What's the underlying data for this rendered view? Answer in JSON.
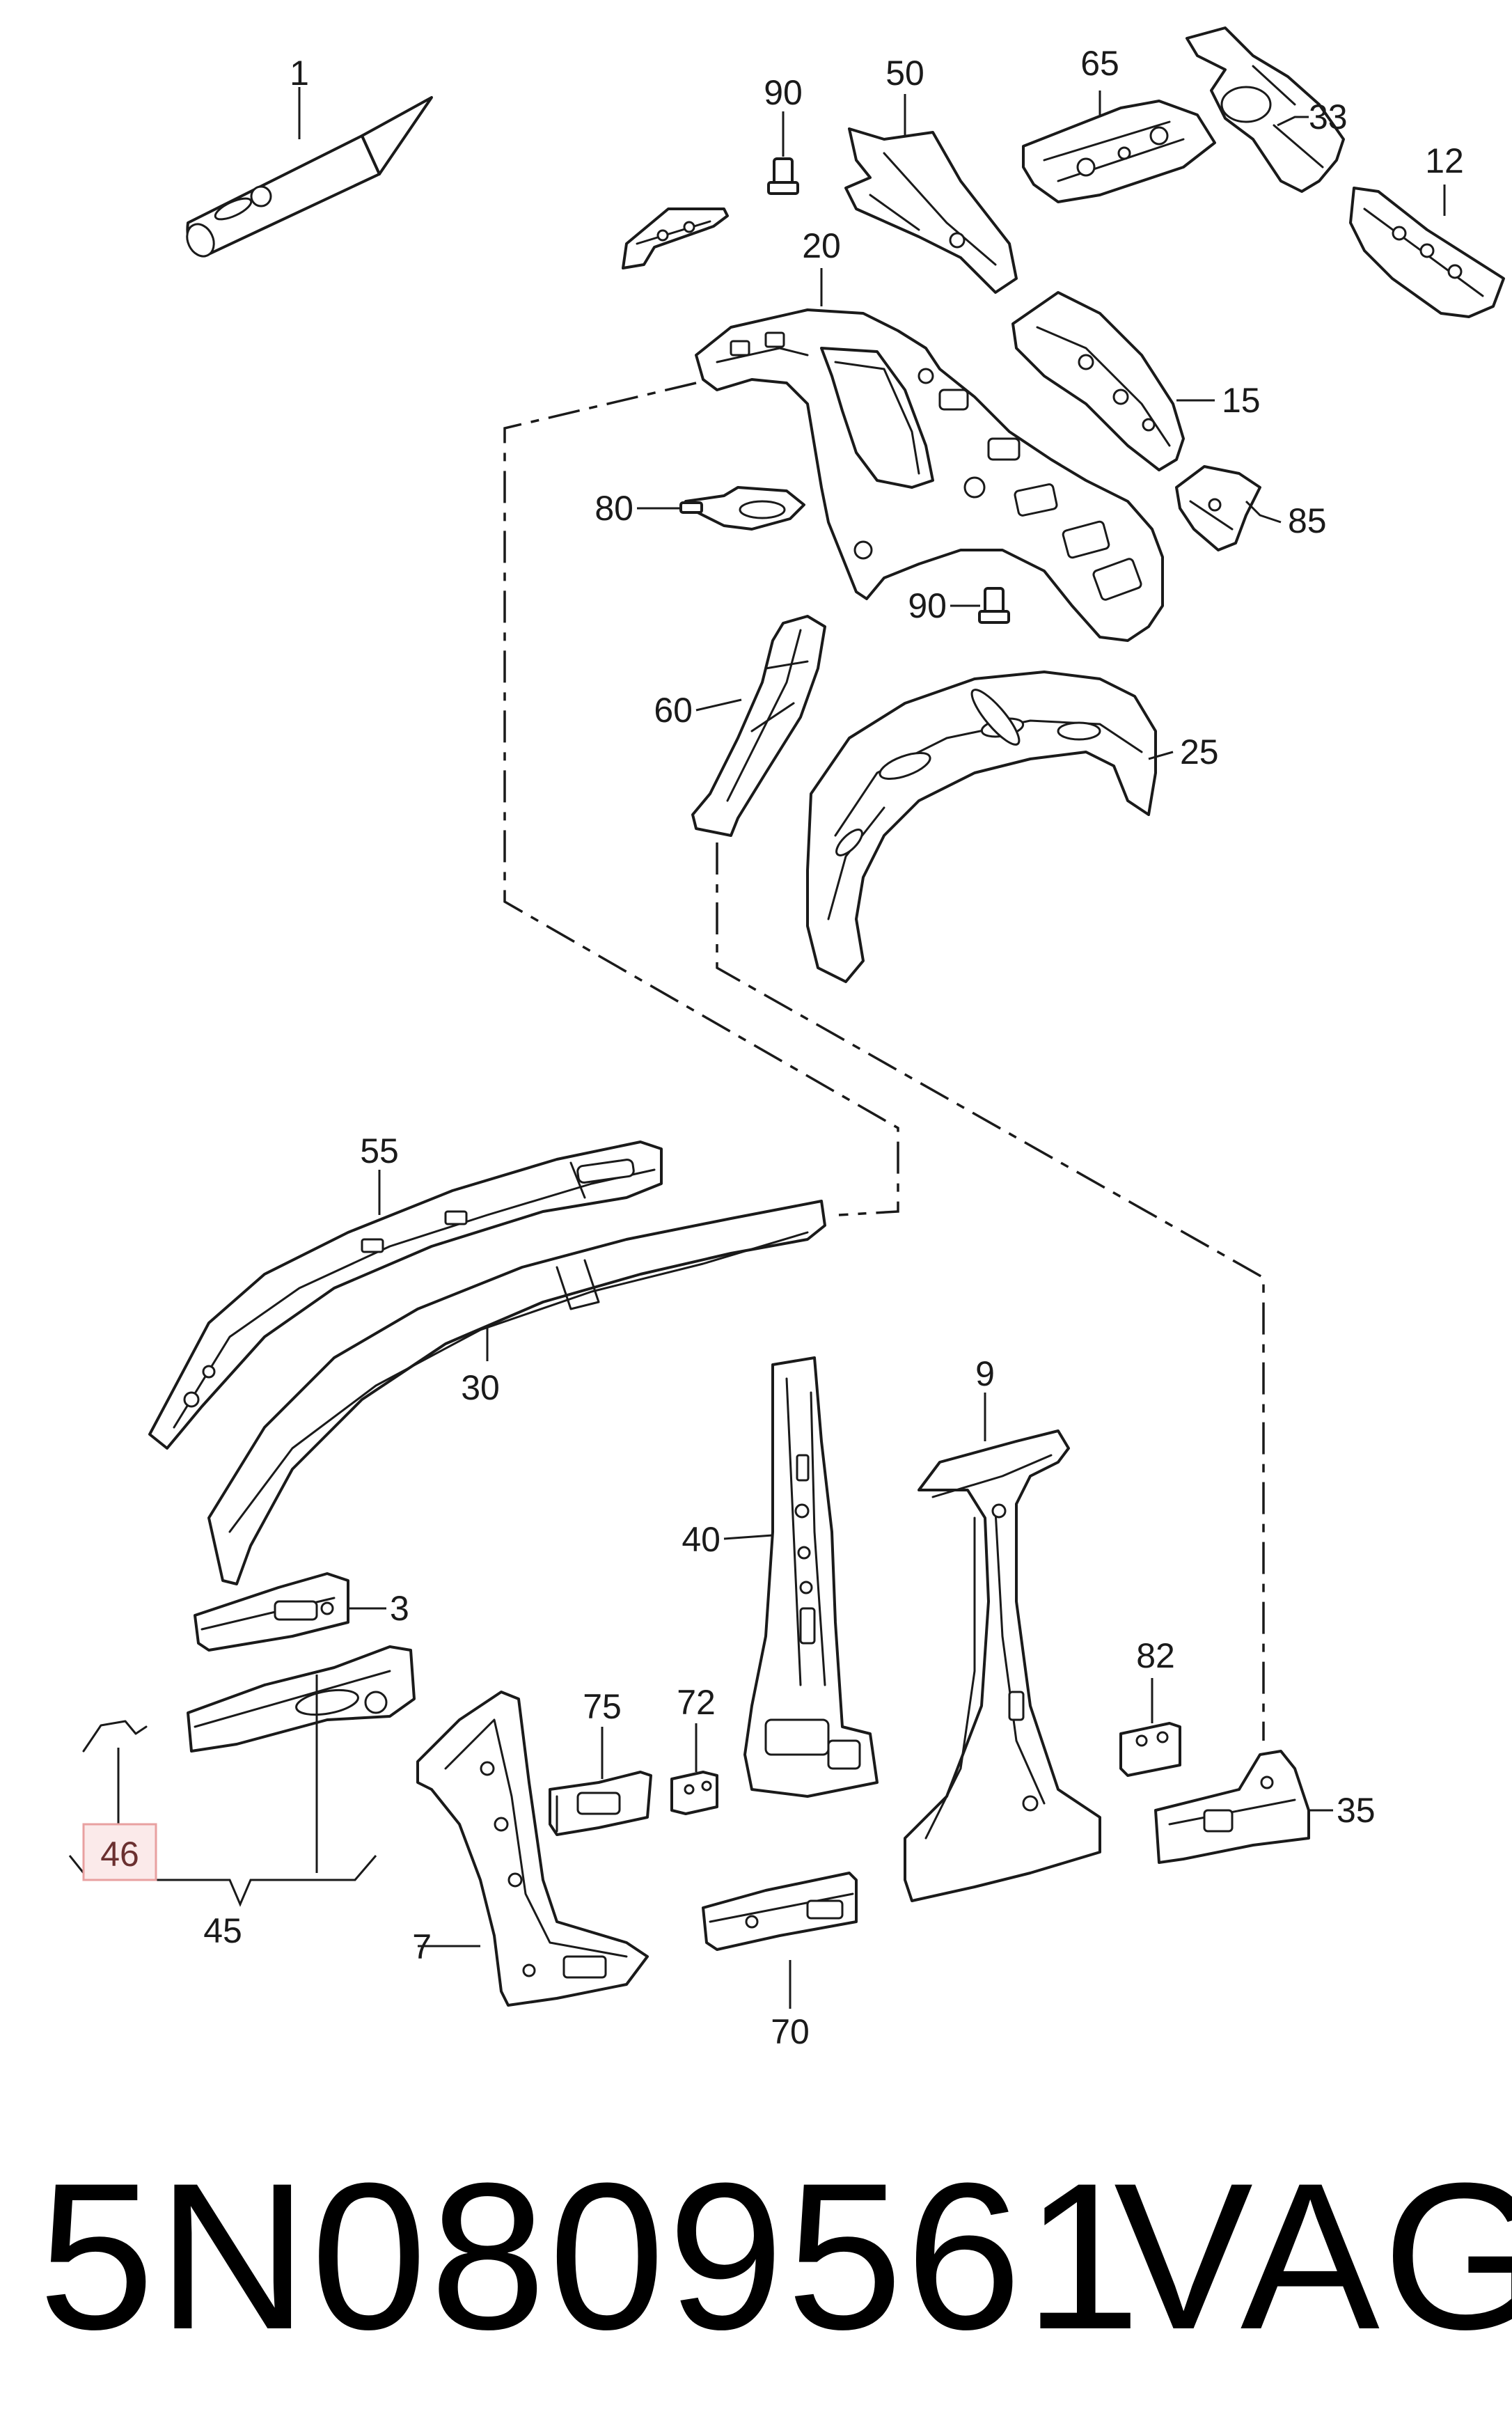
{
  "diagram": {
    "callouts": [
      {
        "id": "1",
        "label": "1"
      },
      {
        "id": "90a",
        "label": "90"
      },
      {
        "id": "50",
        "label": "50"
      },
      {
        "id": "65",
        "label": "65"
      },
      {
        "id": "33",
        "label": "33"
      },
      {
        "id": "12",
        "label": "12"
      },
      {
        "id": "20",
        "label": "20"
      },
      {
        "id": "15",
        "label": "15"
      },
      {
        "id": "80",
        "label": "80"
      },
      {
        "id": "85",
        "label": "85"
      },
      {
        "id": "90b",
        "label": "90"
      },
      {
        "id": "60",
        "label": "60"
      },
      {
        "id": "25",
        "label": "25"
      },
      {
        "id": "55",
        "label": "55"
      },
      {
        "id": "30",
        "label": "30"
      },
      {
        "id": "9",
        "label": "9"
      },
      {
        "id": "40",
        "label": "40"
      },
      {
        "id": "3",
        "label": "3"
      },
      {
        "id": "82",
        "label": "82"
      },
      {
        "id": "75",
        "label": "75"
      },
      {
        "id": "72",
        "label": "72"
      },
      {
        "id": "35",
        "label": "35"
      },
      {
        "id": "46",
        "label": "46",
        "highlighted": true
      },
      {
        "id": "45",
        "label": "45"
      },
      {
        "id": "7",
        "label": "7"
      },
      {
        "id": "70",
        "label": "70"
      }
    ],
    "highlight_color": "#e8a0a0"
  },
  "footer": {
    "part_number": "5N0809561",
    "brand": "VAG"
  }
}
